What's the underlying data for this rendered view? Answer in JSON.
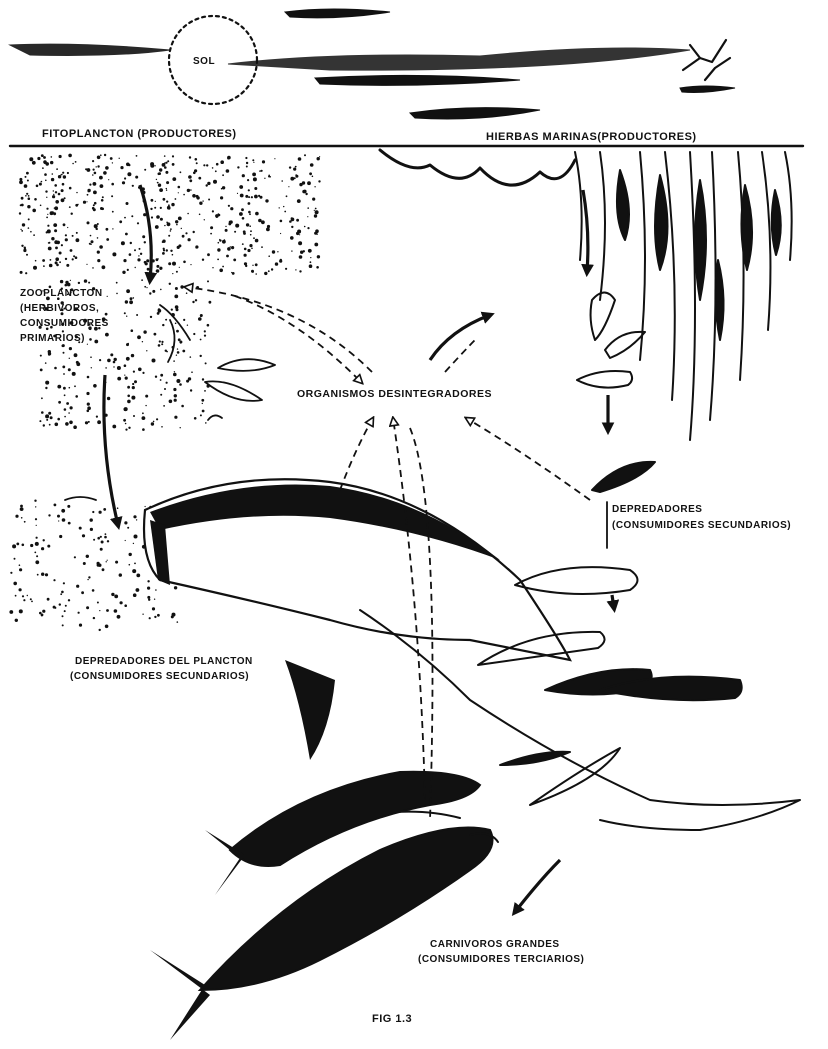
{
  "labels": {
    "sun": "SOL",
    "phytoplankton": "FITOPLANCTON (PRODUCTORES)",
    "seagrass": "HIERBAS MARINAS(PRODUCTORES)",
    "zooplankton": [
      "ZOOPLANCTON",
      "(HERBIVOROS,",
      "CONSUMIDORES",
      "PRIMARIOS)"
    ],
    "decomposers": "ORGANISMOS DESINTEGRADORES",
    "predators": [
      "DEPREDADORES",
      "(CONSUMIDORES SECUNDARIOS)"
    ],
    "plankton_predators": [
      "DEPREDADORES DEL PLANCTON",
      "(CONSUMIDORES SECUNDARIOS)"
    ],
    "large_carnivores": [
      "CARNIVOROS GRANDES",
      "(CONSUMIDORES TERCIARIOS)"
    ],
    "figure": "FIG 1.3"
  },
  "colors": {
    "ink": "#111111",
    "paper": "#ffffff"
  }
}
